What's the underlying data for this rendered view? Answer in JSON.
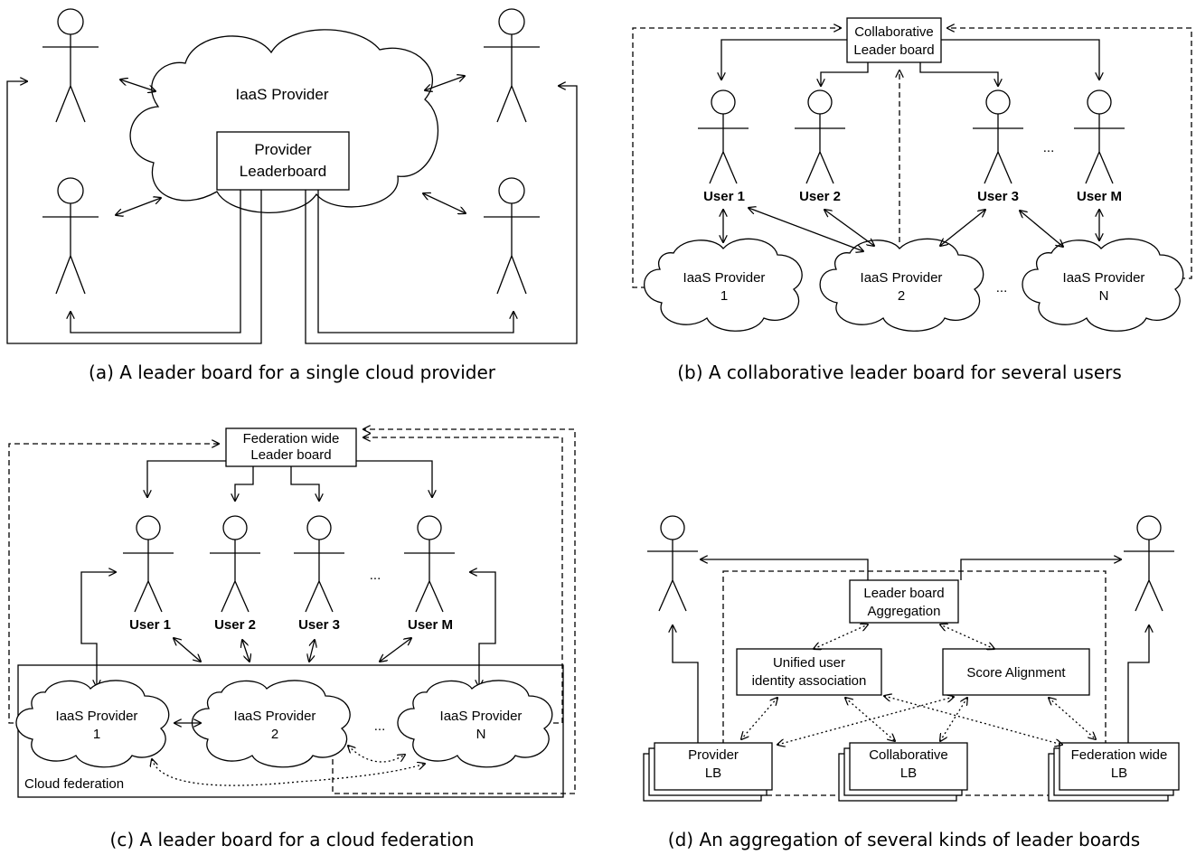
{
  "panel_a": {
    "cloud_label": "IaaS Provider",
    "box_label": [
      "Provider",
      "Leaderboard"
    ],
    "caption": "(a) A leader board for a single cloud provider"
  },
  "panel_b": {
    "board_label": [
      "Collaborative",
      "Leader board"
    ],
    "users": [
      "User 1",
      "User 2",
      "User 3",
      "User M"
    ],
    "ellipsis_users": "...",
    "providers": [
      [
        "IaaS Provider",
        "1"
      ],
      [
        "IaaS Provider",
        "2"
      ],
      [
        "IaaS Provider",
        "N"
      ]
    ],
    "ellipsis_providers": "...",
    "caption": "(b) A collaborative leader board for several users"
  },
  "panel_c": {
    "board_label": [
      "Federation wide",
      "Leader board"
    ],
    "users": [
      "User 1",
      "User 2",
      "User 3",
      "User M"
    ],
    "ellipsis_users": "...",
    "providers": [
      [
        "IaaS Provider",
        "1"
      ],
      [
        "IaaS Provider",
        "2"
      ],
      [
        "IaaS Provider",
        "N"
      ]
    ],
    "ellipsis_providers": "...",
    "federation_label": "Cloud federation",
    "caption": "(c) A leader board for a cloud federation"
  },
  "panel_d": {
    "aggregation_label": [
      "Leader board",
      "Aggregation"
    ],
    "identity_label": [
      "Unified user",
      "identity association"
    ],
    "score_label": "Score Alignment",
    "stack_labels": [
      [
        "Provider",
        "LB"
      ],
      [
        "Collaborative",
        "LB"
      ],
      [
        "Federation wide",
        "LB"
      ]
    ],
    "caption": "(d) An aggregation of several kinds of leader boards"
  }
}
